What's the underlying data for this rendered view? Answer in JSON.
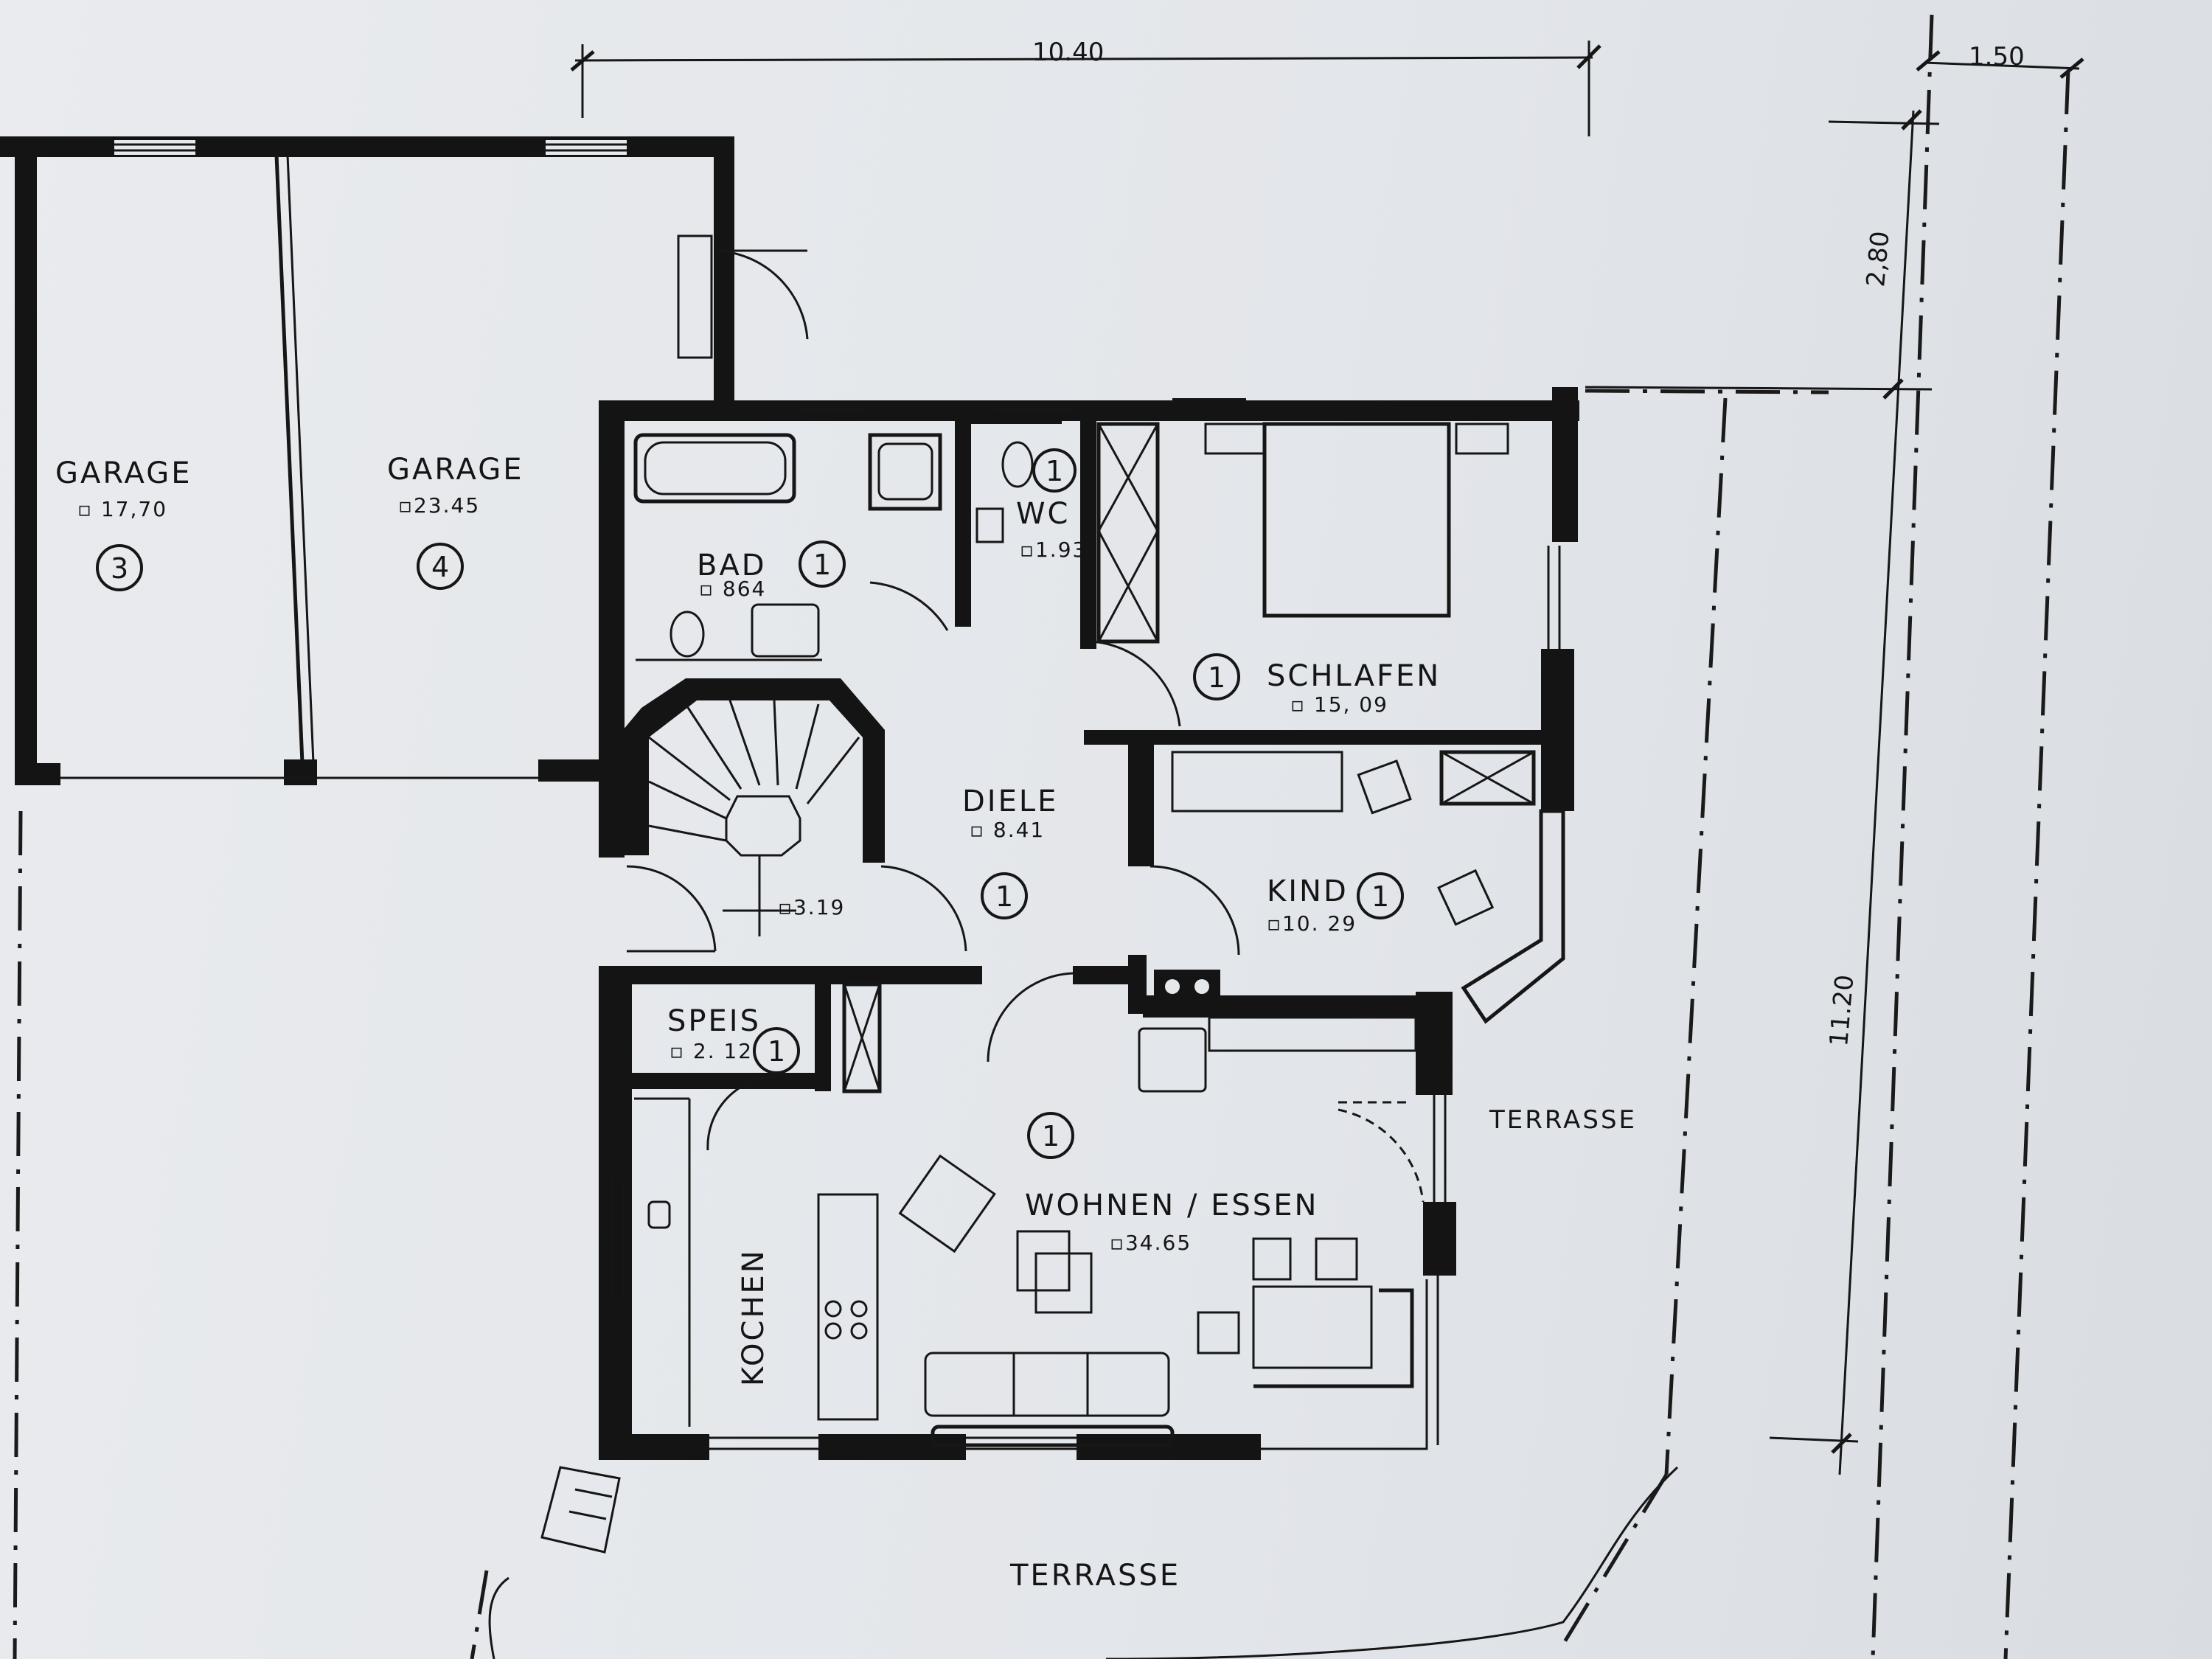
{
  "dimensions": {
    "top_width": "10.40",
    "right_offset": "1.50",
    "right_upper": "2,80",
    "right_depth": "11.20"
  },
  "rooms": {
    "garage_a": {
      "name": "GARAGE",
      "area": "▫ 17,70",
      "unit": "3"
    },
    "garage_b": {
      "name": "GARAGE",
      "area": "▫23.45",
      "unit": "4"
    },
    "bad": {
      "name": "BAD",
      "area": "▫ 864",
      "unit": "1"
    },
    "wc": {
      "name": "WC",
      "area": "▫1.93",
      "unit": "1"
    },
    "schlafen": {
      "name": "SCHLAFEN",
      "area": "▫ 15, 09",
      "unit": "1"
    },
    "diele": {
      "name": "DIELE",
      "area": "▫ 8.41",
      "unit": "1"
    },
    "kind": {
      "name": "KIND",
      "area": "▫10. 29",
      "unit": "1"
    },
    "stair": {
      "area": "▫3.19"
    },
    "speis": {
      "name": "SPEIS",
      "area": "▫ 2. 12",
      "unit": "1"
    },
    "wohnen": {
      "name": "WOHNEN / ESSEN",
      "area": "▫34.65",
      "unit": "1"
    },
    "kochen": {
      "name": "KOCHEN"
    }
  },
  "outdoor": {
    "terrasse_east": "TERRASSE",
    "terrasse_south": "TERRASSE"
  },
  "colors": {
    "ink": "#141414",
    "paper": "#e6e9ec"
  }
}
